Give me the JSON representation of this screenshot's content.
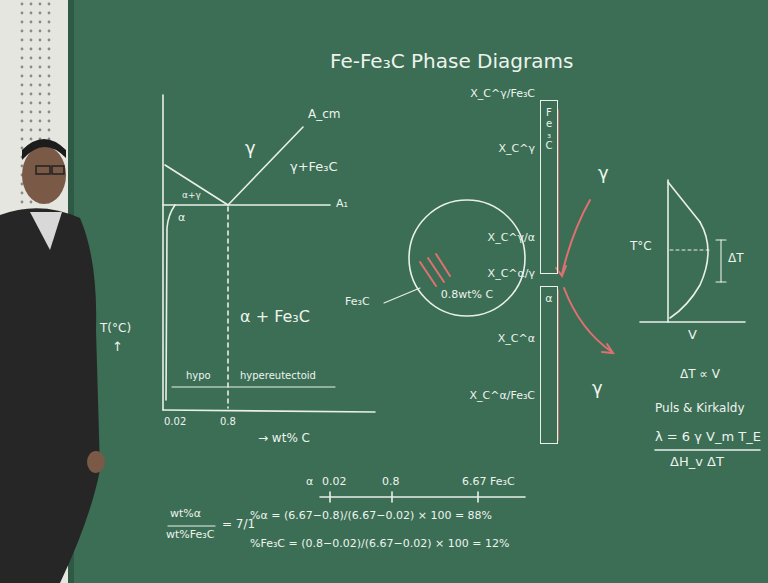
{
  "diagram": {
    "title": "Fe-Fe₃C Phase Diagrams",
    "nodes": [
      {
        "text": [
          "0.8wt% C"
        ]
      },
      {
        "text": [
          "Fe₃C"
        ]
      },
      {
        "text": [
          "α"
        ]
      }
    ],
    "labels": [
      "γ",
      "A_cm",
      "α+γ",
      "γ+Fe₃C",
      "A₁",
      "α",
      "α + Fe₃C",
      "T(°C)",
      "↑",
      "hypo",
      "hypereutectoid",
      "0.02",
      "0.8",
      "→ wt% C",
      "Fe₃C",
      "X_C^γ/Fe₃C",
      "X_C^γ",
      "X_C^γ/α",
      "X_C^α/γ",
      "X_C^α",
      "X_C^α/Fe₃C",
      "γ",
      "γ",
      "T°C",
      "V",
      "ΔT",
      "ΔT ∝ V",
      "Puls & Kirkaldy",
      "λ = 6 γ V_m T_E",
      "ΔH_v ΔT",
      "wt%α",
      "wt%Fe₃C",
      "= 7/1",
      "α",
      "0.02",
      "0.8",
      "6.67 Fe₃C",
      "%α = (6.67−0.8)/(6.67−0.02) × 100 = 88%",
      "%Fe₃C = (0.8−0.02)/(6.67−0.02) × 100 = 12%"
    ]
  }
}
